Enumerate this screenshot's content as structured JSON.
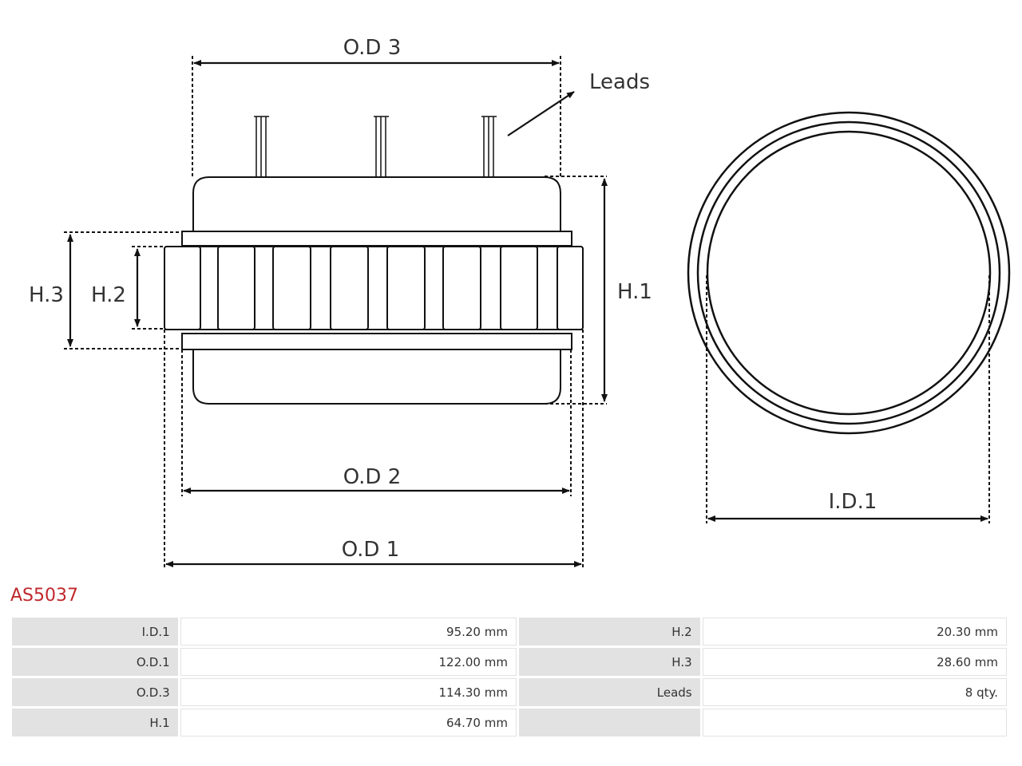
{
  "diagram": {
    "labels": {
      "od3": "O.D 3",
      "leads": "Leads",
      "h1": "H.1",
      "h2": "H.2",
      "h3": "H.3",
      "od2": "O.D 2",
      "od1": "O.D 1",
      "id1": "I.D.1"
    }
  },
  "part_number": "AS5037",
  "specs": {
    "rows": [
      [
        {
          "label": "I.D.1",
          "value": "95.20 mm"
        },
        {
          "label": "H.2",
          "value": "20.30 mm"
        }
      ],
      [
        {
          "label": "O.D.1",
          "value": "122.00 mm"
        },
        {
          "label": "H.3",
          "value": "28.60 mm"
        }
      ],
      [
        {
          "label": "O.D.3",
          "value": "114.30 mm"
        },
        {
          "label": "Leads",
          "value": "8 qty."
        }
      ],
      [
        {
          "label": "H.1",
          "value": "64.70 mm"
        },
        {
          "label": "",
          "value": ""
        }
      ]
    ]
  },
  "colors": {
    "title": "#c0282d",
    "line": "#111111",
    "label_bg": "#e2e2e2"
  }
}
